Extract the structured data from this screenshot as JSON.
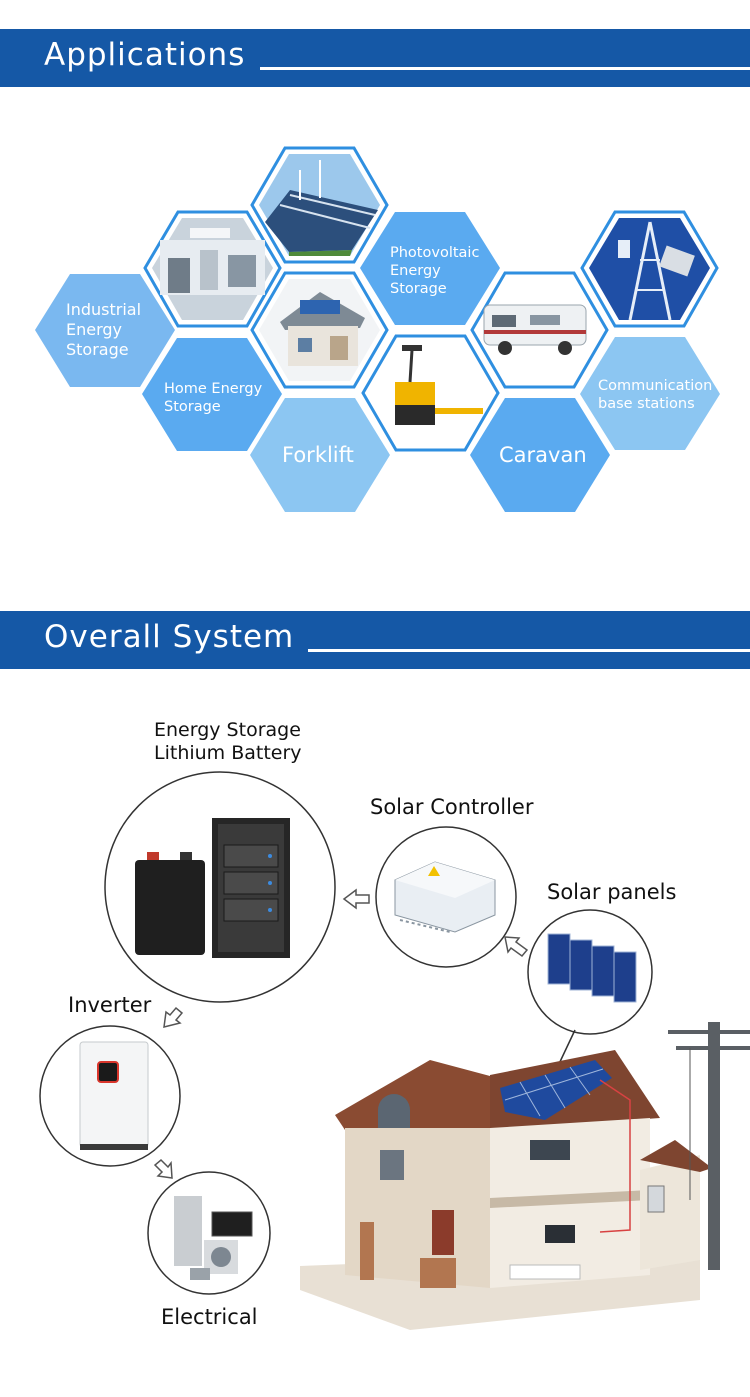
{
  "applications": {
    "title": "Applications",
    "items": [
      {
        "label": "Industrial\nEnergy\nStorage",
        "icon": "factory-photo"
      },
      {
        "label": "Home Energy\nStorage",
        "icon": "house-photo"
      },
      {
        "label": "Forklift",
        "icon": "forklift-photo"
      },
      {
        "label": "Photovoltaic\nEnergy\nStorage",
        "icon": "solar-farm-photo"
      },
      {
        "label": "Caravan",
        "icon": "caravan-photo"
      },
      {
        "label": "Communication\nbase stations",
        "icon": "cell-tower-photo"
      }
    ]
  },
  "overall_system": {
    "title": "Overall System",
    "battery_label": "Energy Storage\nLithium Battery",
    "controller_label": "Solar Controller",
    "panels_label": "Solar panels",
    "inverter_label": "Inverter",
    "electrical_label": "Electrical"
  },
  "colors": {
    "banner": "#1558a6",
    "hex_light": "#8cc6f2",
    "hex_mid": "#5aaaf0",
    "hex_border": "#2f8fe0"
  }
}
